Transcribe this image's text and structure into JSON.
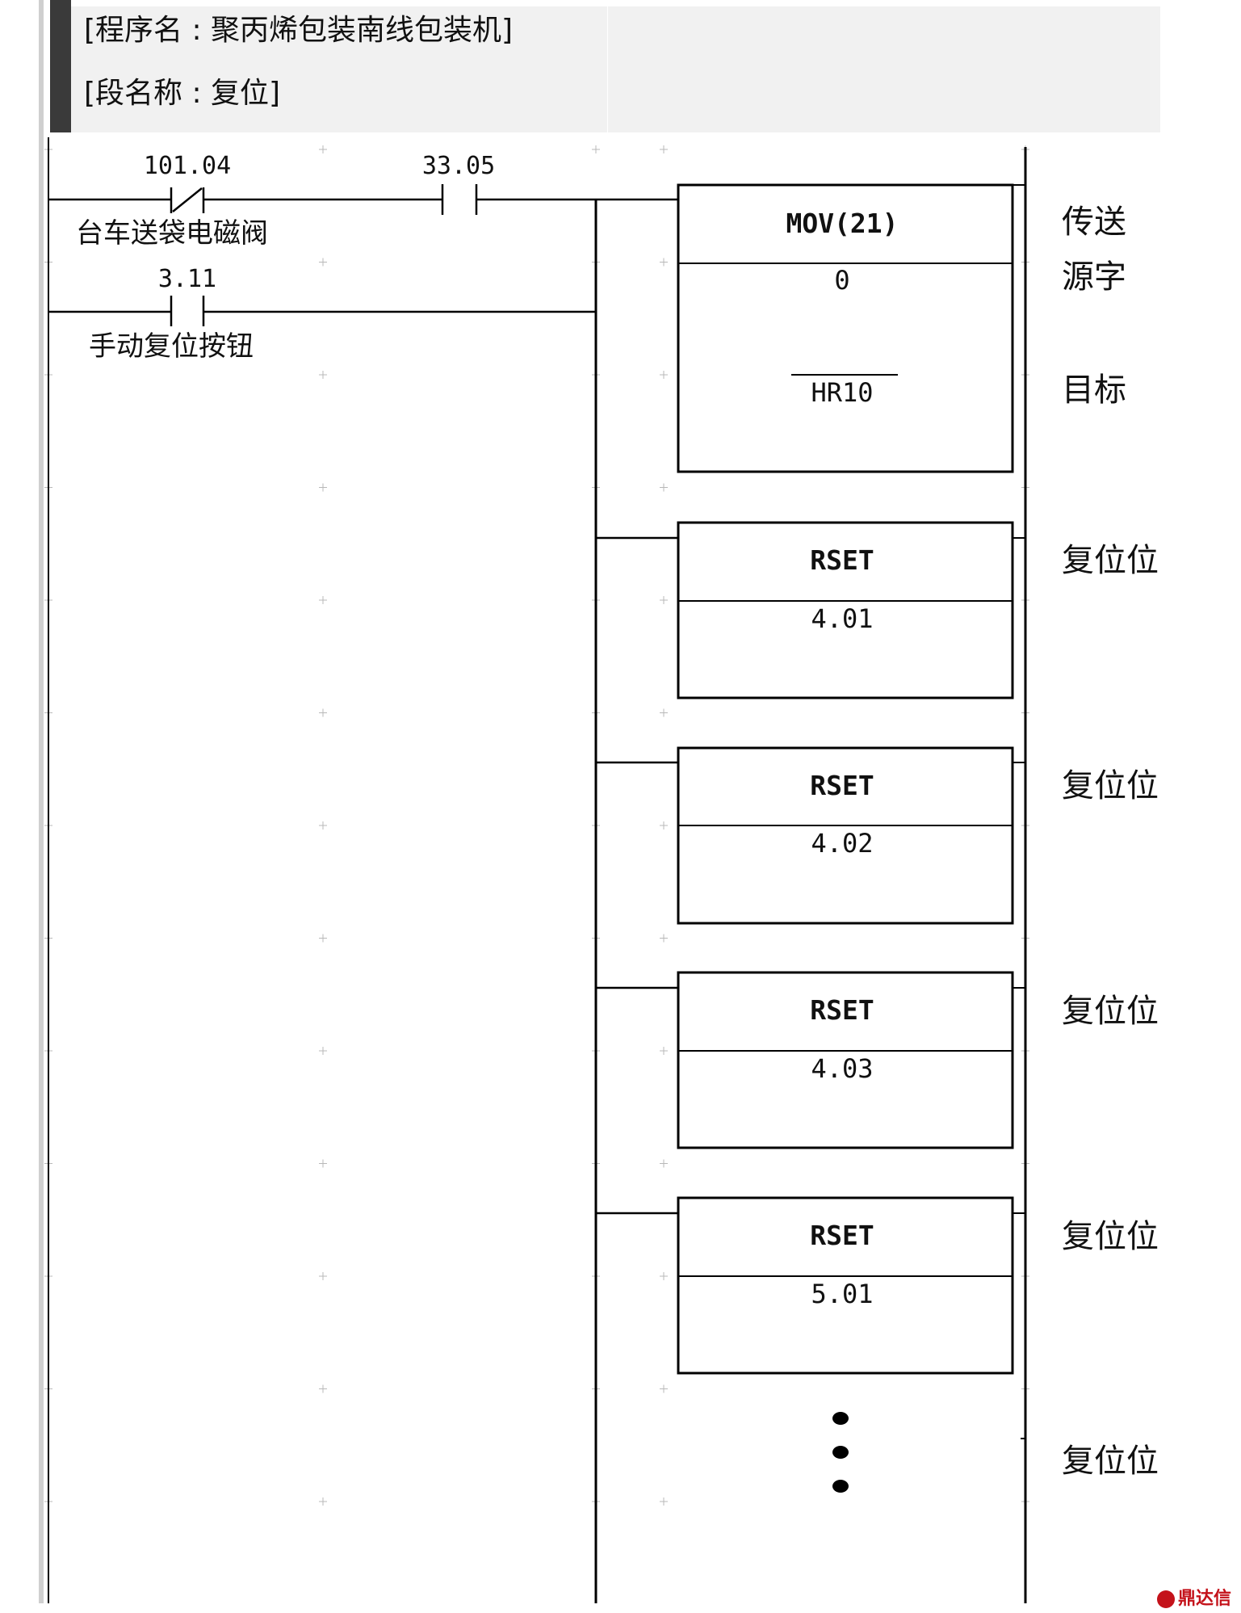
{
  "header": {
    "program_line": "[程序名 : 聚丙烯包装南线包装机]",
    "section_line": "[段名称 : 复位]"
  },
  "contacts": [
    {
      "address": "101.04",
      "label": "台车送袋电磁阀",
      "kind": "normally-closed"
    },
    {
      "address": "33.05",
      "label": "",
      "kind": "normally-open"
    },
    {
      "address": "3.11",
      "label": "手动复位按钮",
      "kind": "normally-open"
    }
  ],
  "instructions": [
    {
      "name": "MOV(21)",
      "operands": [
        "0",
        "HR10"
      ],
      "comments": [
        "传送",
        "源字",
        "目标"
      ]
    },
    {
      "name": "RSET",
      "operands": [
        "4.01"
      ],
      "comments": [
        "复位位"
      ]
    },
    {
      "name": "RSET",
      "operands": [
        "4.02"
      ],
      "comments": [
        "复位位"
      ]
    },
    {
      "name": "RSET",
      "operands": [
        "4.03"
      ],
      "comments": [
        "复位位"
      ]
    },
    {
      "name": "RSET",
      "operands": [
        "5.01"
      ],
      "comments": [
        "复位位"
      ]
    }
  ],
  "continuation_comment": "复位位",
  "watermark": "鼎达信",
  "colors": {
    "line": "#000000",
    "header_bg": "#f1f1f1",
    "header_bar": "#3a3a3a",
    "grid_mark": "#b8b8b8",
    "watermark": "#c4121a"
  }
}
